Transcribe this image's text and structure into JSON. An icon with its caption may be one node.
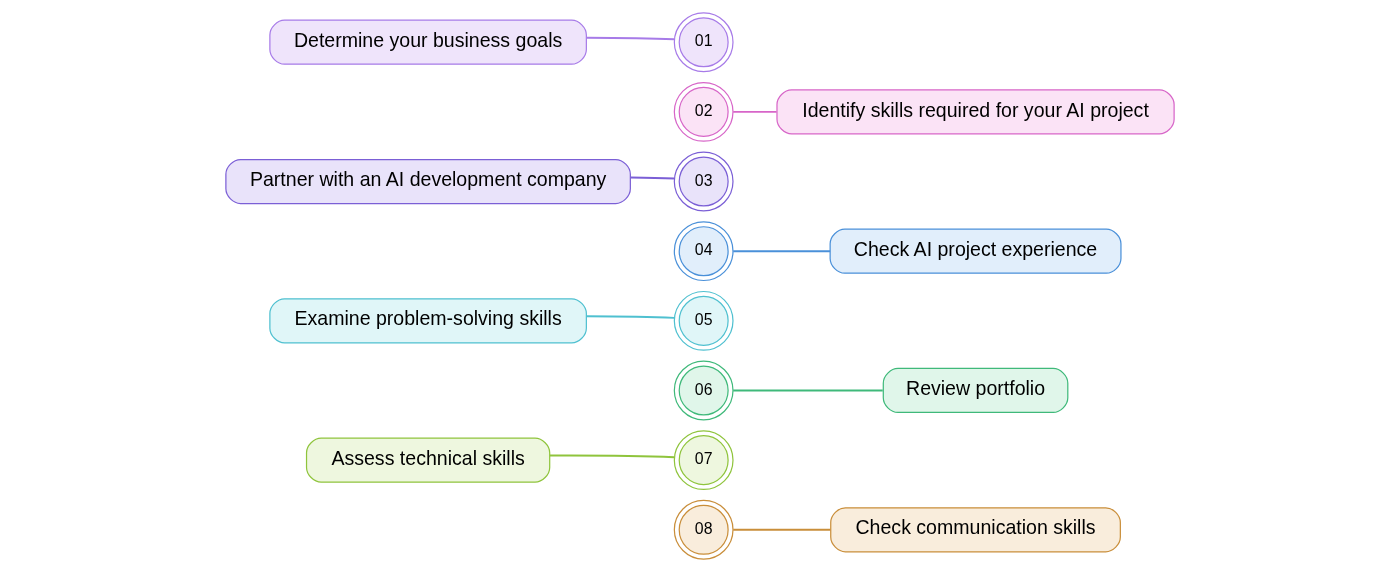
{
  "diagram": {
    "nodes": [
      {
        "text": [
          "01"
        ]
      },
      {
        "text": [
          "Determine your business goals"
        ]
      },
      {
        "text": [
          "02"
        ]
      },
      {
        "text": [
          "Identify skills required for your AI project"
        ]
      },
      {
        "text": [
          "03"
        ]
      },
      {
        "text": [
          "Partner with an AI development company"
        ]
      },
      {
        "text": [
          "04"
        ]
      },
      {
        "text": [
          "Check AI project experience"
        ]
      },
      {
        "text": [
          "05"
        ]
      },
      {
        "text": [
          "Examine problem-solving skills"
        ]
      },
      {
        "text": [
          "06"
        ]
      },
      {
        "text": [
          "Review portfolio"
        ]
      },
      {
        "text": [
          "07"
        ]
      },
      {
        "text": [
          "Assess technical skills"
        ]
      },
      {
        "text": [
          "08"
        ]
      },
      {
        "text": [
          "Check communication skills"
        ]
      }
    ],
    "edges": [
      {
        "from": 0,
        "to": 1,
        "arrow": "none"
      },
      {
        "from": 2,
        "to": 3,
        "arrow": "none",
        "color": "#d765c8"
      },
      {
        "from": 4,
        "to": 5,
        "arrow": "none",
        "color": "#7b5fd6"
      },
      {
        "from": 6,
        "to": 7,
        "arrow": "none",
        "color": "#4a90d9"
      },
      {
        "from": 8,
        "to": 9,
        "arrow": "none",
        "color": "#4fc0d0"
      },
      {
        "from": 10,
        "to": 11,
        "arrow": "none",
        "color": "#3fb97a"
      },
      {
        "from": 12,
        "to": 13,
        "arrow": "none",
        "color": "#8fc43c"
      },
      {
        "from": 14,
        "to": 15,
        "arrow": "none",
        "color": "#c98e3a"
      }
    ]
  }
}
